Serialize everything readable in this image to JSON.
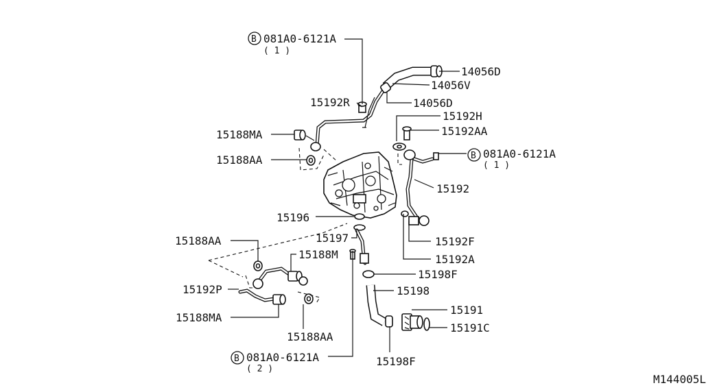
{
  "labels": {
    "bolt_top": "081A0-6121A",
    "bolt_top_qty": "( 1 )",
    "bolt_right": "081A0-6121A",
    "bolt_right_qty": "( 1 )",
    "bolt_bottom": "081A0-6121A",
    "bolt_bottom_qty": "( 2 )",
    "bolt_symbol": "B",
    "p14056D_top": "14056D",
    "p14056V": "14056V",
    "p14056D_mid": "14056D",
    "p15192R": "15192R",
    "p15192H": "15192H",
    "p15192AA": "15192AA",
    "p15188MA_top": "15188MA",
    "p15188AA_top": "15188AA",
    "p15192": "15192",
    "p15196": "15196",
    "p15188AA_left": "15188AA",
    "p15197": "15197",
    "p15192F": "15192F",
    "p15188M": "15188M",
    "p15192A": "15192A",
    "p15198F_top": "15198F",
    "p15192P": "15192P",
    "p15198": "15198",
    "p15191": "15191",
    "p15188MA_bottom": "15188MA",
    "p15191C": "15191C",
    "p15188AA_bottom": "15188AA",
    "p15198F_bottom": "15198F"
  },
  "diagram_code": "M144005L"
}
